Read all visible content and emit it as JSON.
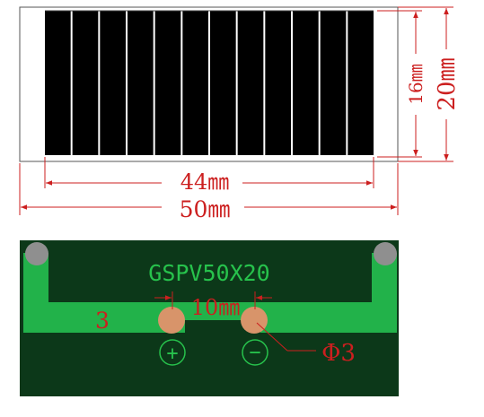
{
  "panel": {
    "cell_count": 12,
    "colors": {
      "cell": "#000000",
      "frame": "#ffffff",
      "outline": "#444444"
    }
  },
  "dimensions": {
    "width_total": "50㎜",
    "width_active": "44㎜",
    "height_total": "20㎜",
    "height_active": "16㎜",
    "color": "#cc1f1f"
  },
  "pcb": {
    "model_label": "GSPV50X20",
    "pad_spacing": "10㎜",
    "trace_width": "3",
    "hole_diameter": "Φ3",
    "positive_symbol": "+",
    "negative_symbol": "−",
    "colors": {
      "board": "#0c3819",
      "trace": "#22b24a",
      "pad": "#d8946a",
      "corner_hole": "#8f8f8f",
      "silk": "#27c24c"
    }
  }
}
